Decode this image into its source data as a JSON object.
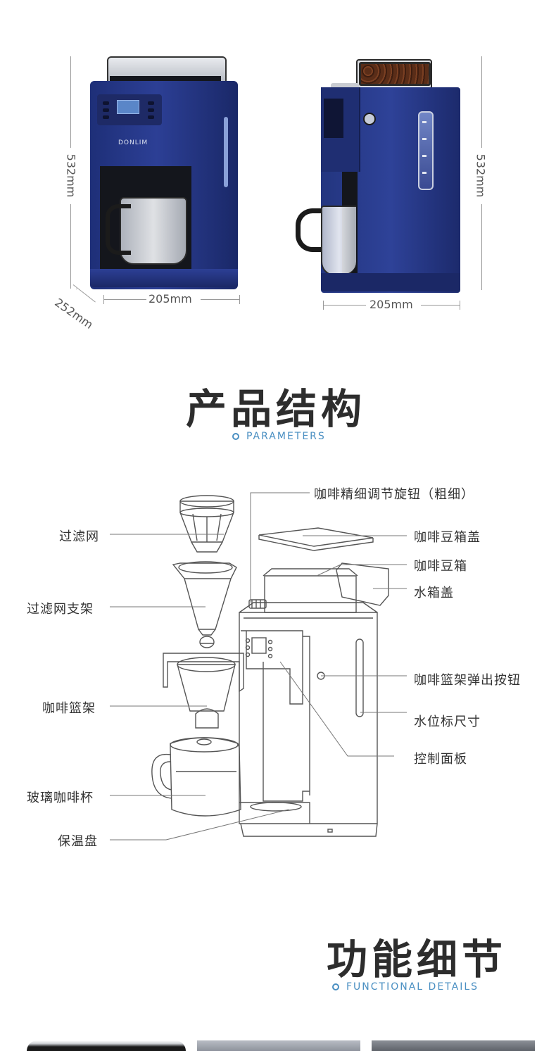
{
  "dimensions": {
    "height": "532mm",
    "width": "205mm",
    "depth": "252mm"
  },
  "brand_logo": "DONLIM",
  "structure": {
    "heading": "产品结构",
    "subheading": "PARAMETERS",
    "labels_left": [
      "过滤网",
      "过滤网支架",
      "咖啡篮架",
      "玻璃咖啡杯",
      "保温盘"
    ],
    "labels_right": [
      "咖啡精细调节旋钮（粗细）",
      "咖啡豆箱盖",
      "咖啡豆箱",
      "水箱盖",
      "咖啡篮架弹出按钮",
      "水位标尺寸",
      "控制面板"
    ]
  },
  "features": {
    "heading": "功能细节",
    "subheading": "FUNCTIONAL DETAILS"
  },
  "colors": {
    "accent": "#4a8fc2",
    "body_blue": "#2c3f95",
    "heading": "#2d2d2d"
  }
}
